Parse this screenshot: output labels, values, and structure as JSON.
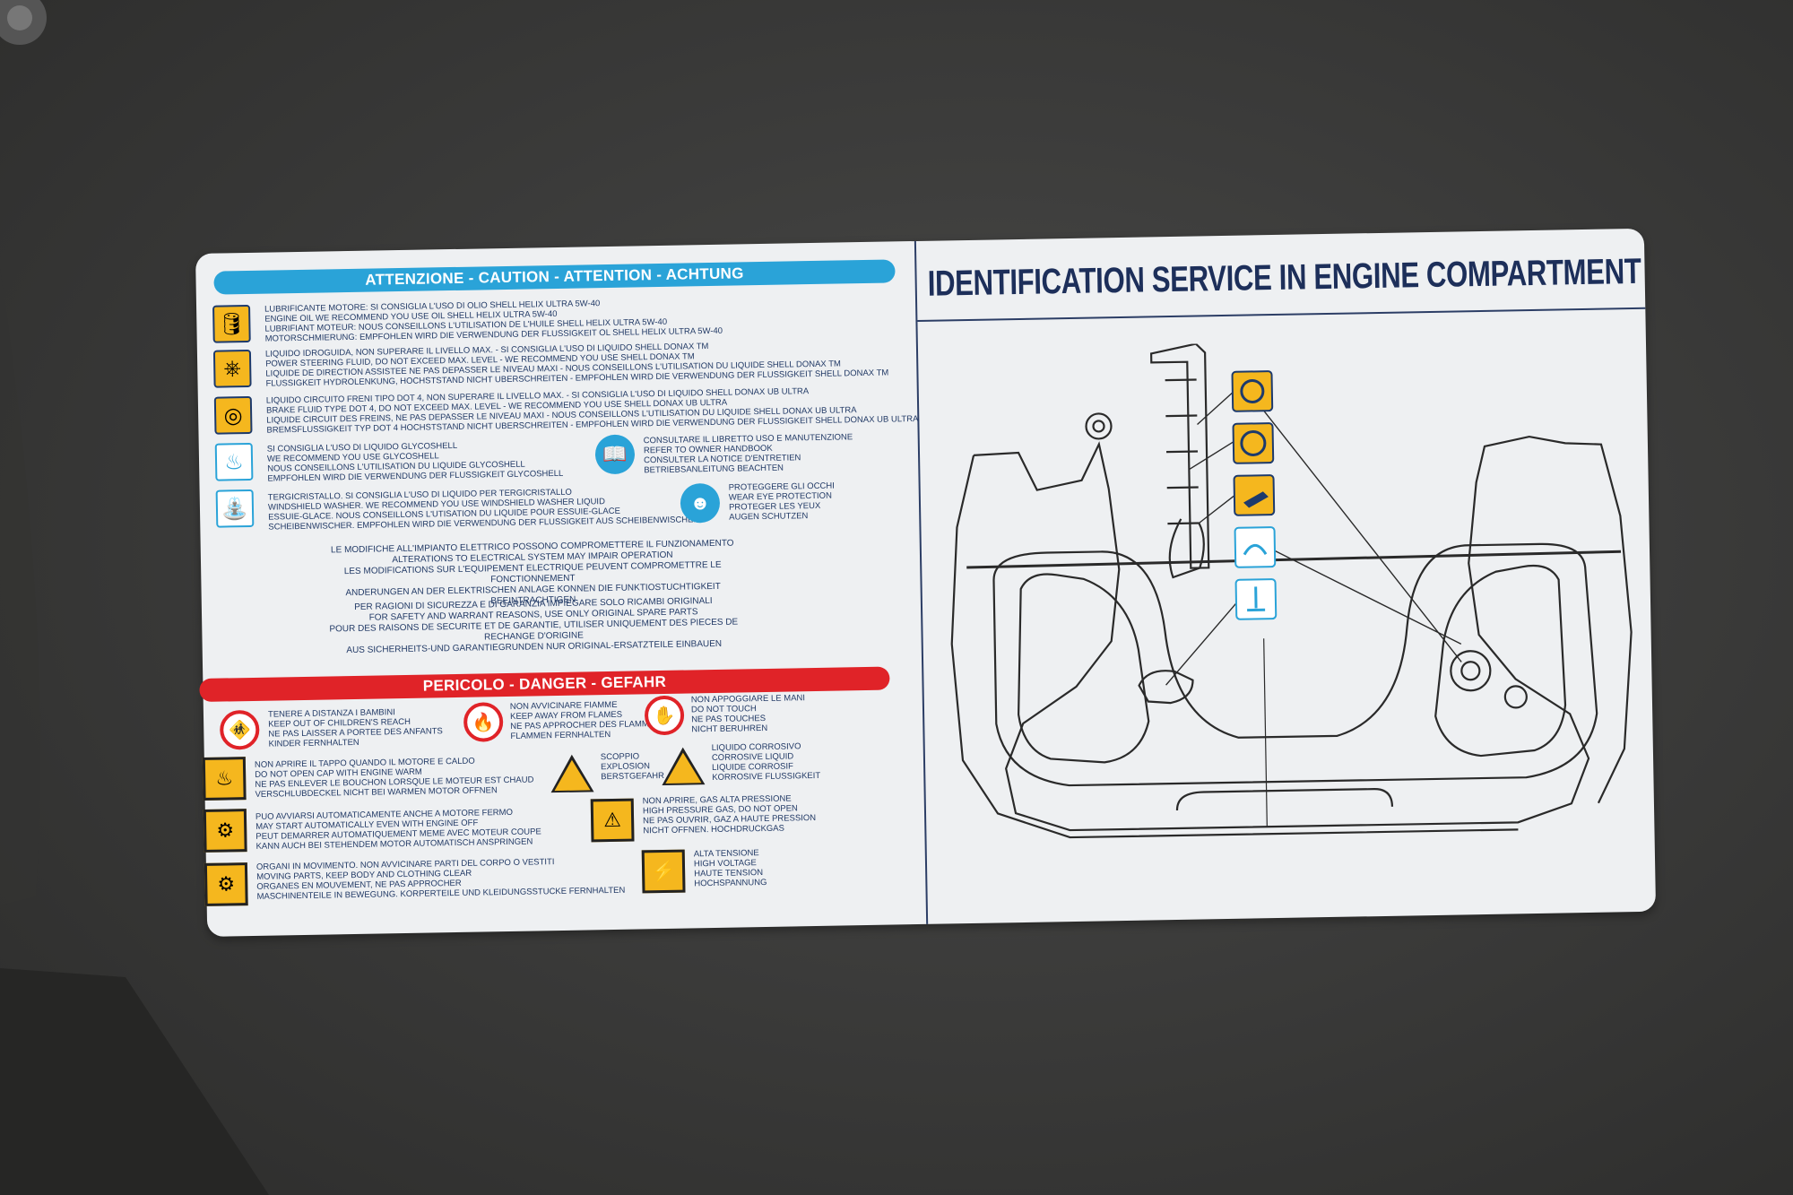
{
  "caution": {
    "banner": "ATTENZIONE - CAUTION - ATTENTION - ACHTUNG",
    "oil": [
      "LUBRIFICANTE MOTORE: SI CONSIGLIA L'USO DI OLIO SHELL HELIX ULTRA 5W-40",
      "ENGINE OIL WE RECOMMEND YOU USE OIL SHELL HELIX ULTRA 5W-40",
      "LUBRIFIANT MOTEUR: NOUS CONSEILLONS L'UTILISATION DE L'HUILE SHELL HELIX ULTRA 5W-40",
      "MOTORSCHMIERUNG: EMPFOHLEN WIRD DIE VERWENDUNG DER FLUSSIGKEIT OL SHELL HELIX ULTRA 5W-40"
    ],
    "steering": [
      "LIQUIDO IDROGUIDA, NON SUPERARE IL LIVELLO MAX. - SI CONSIGLIA L'USO DI LIQUIDO SHELL DONAX TM",
      "POWER STEERING FLUID, DO NOT EXCEED MAX. LEVEL - WE RECOMMEND YOU USE SHELL DONAX TM",
      "LIQUIDE DE DIRECTION ASSISTEE NE PAS DEPASSER LE NIVEAU MAXI - NOUS CONSEILLONS L'UTILISATION DU LIQUIDE SHELL DONAX TM",
      "FLUSSIGKEIT HYDROLENKUNG, HOCHSTSTAND NICHT UBERSCHREITEN - EMPFOHLEN WIRD DIE VERWENDUNG DER FLUSSIGKEIT SHELL DONAX TM"
    ],
    "brake": [
      "LIQUIDO CIRCUITO FRENI TIPO DOT 4, NON SUPERARE IL LIVELLO MAX. - SI CONSIGLIA L'USO DI LIQUIDO SHELL DONAX UB ULTRA",
      "BRAKE FLUID TYPE DOT 4, DO NOT EXCEED MAX. LEVEL - WE RECOMMEND YOU USE SHELL DONAX UB ULTRA",
      "LIQUIDE CIRCUIT DES FREINS, NE PAS DEPASSER LE NIVEAU MAXI - NOUS CONSEILLONS L'UTILISATION DU LIQUIDE SHELL DONAX UB ULTRA",
      "BREMSFLUSSIGKEIT TYP DOT 4 HOCHSTSTAND NICHT UBERSCHREITEN - EMPFOHLEN WIRD DIE VERWENDUNG DER FLUSSIGKEIT SHELL DONAX UB ULTRA"
    ],
    "coolant": [
      "SI CONSIGLIA L'USO DI LIQUIDO GLYCOSHELL",
      "WE RECOMMEND YOU USE GLYCOSHELL",
      "NOUS CONSEILLONS L'UTILISATION DU LIQUIDE GLYCOSHELL",
      "EMPFOHLEN WIRD DIE VERWENDUNG DER FLUSSIGKEIT GLYCOSHELL"
    ],
    "handbook": [
      "CONSULTARE IL LIBRETTO USO E MANUTENZIONE",
      "REFER TO OWNER HANDBOOK",
      "CONSULTER LA NOTICE D'ENTRETIEN",
      "BETRIEBSANLEITUNG BEACHTEN"
    ],
    "washer": [
      "TERGICRISTALLO. SI CONSIGLIA L'USO DI LIQUIDO PER TERGICRISTALLO",
      "WINDSHIELD WASHER. WE RECOMMEND YOU USE WINDSHIELD WASHER LIQUID",
      "ESSUIE-GLACE. NOUS CONSEILLONS L'UTISATION DU LIQUIDE POUR ESSUIE-GLACE",
      "SCHEIBENWISCHER. EMPFOHLEN WIRD DIE VERWENDUNG DER FLUSSIGKEIT AUS SCHEIBENWISCHER"
    ],
    "eyes": [
      "PROTEGGERE GLI OCCHI",
      "WEAR EYE PROTECTION",
      "PROTEGER LES YEUX",
      "AUGEN SCHUTZEN"
    ],
    "electrical": [
      "LE MODIFICHE ALL'IMPIANTO ELETTRICO POSSONO COMPROMETTERE IL FUNZIONAMENTO",
      "ALTERATIONS TO ELECTRICAL SYSTEM MAY IMPAIR OPERATION",
      "LES MODIFICATIONS SUR L'EQUIPEMENT ELECTRIQUE PEUVENT COMPROMETTRE LE FONCTIONNEMENT",
      "ANDERUNGEN AN DER ELEKTRISCHEN ANLAGE KONNEN DIE FUNKTIOSTUCHTIGKEIT BEEINTRACHTIGEN"
    ],
    "parts": [
      "PER RAGIONI DI SICUREZZA E DI GARANZIA IMPIEGARE SOLO RICAMBI ORIGINALI",
      "FOR SAFETY AND WARRANT REASONS, USE ONLY ORIGINAL SPARE PARTS",
      "POUR DES RAISONS DE SECURITE ET DE GARANTIE, UTILISER UNIQUEMENT DES PIECES DE RECHANGE D'ORIGINE",
      "AUS SICHERHEITS-UND GARANTIEGRUNDEN NUR ORIGINAL-ERSATZTEILE EINBAUEN"
    ]
  },
  "danger": {
    "banner": "PERICOLO - DANGER - GEFAHR",
    "children": [
      "TENERE A DISTANZA I BAMBINI",
      "KEEP OUT OF CHILDREN'S REACH",
      "NE PAS LAISSER A PORTEE DES ANFANTS",
      "KINDER FERNHALTEN"
    ],
    "flames": [
      "NON AVVICINARE FIAMME",
      "KEEP AWAY FROM FLAMES",
      "NE PAS APPROCHER DES FLAMMES",
      "FLAMMEN FERNHALTEN"
    ],
    "touch": [
      "NON APPOGGIARE LE MANI",
      "DO NOT TOUCH",
      "NE PAS TOUCHES",
      "NICHT BERUHREN"
    ],
    "cap": [
      "NON APRIRE IL TAPPO QUANDO IL MOTORE E CALDO",
      "DO NOT OPEN CAP WITH ENGINE WARM",
      "NE PAS ENLEVER LE BOUCHON LORSQUE LE MOTEUR EST CHAUD",
      "VERSCHLUBDECKEL NICHT BEI WARMEN MOTOR OFFNEN"
    ],
    "explosion": [
      "SCOPPIO",
      "EXPLOSION",
      "BERSTGEFAHR"
    ],
    "corrosive": [
      "LIQUIDO CORROSIVO",
      "CORROSIVE LIQUID",
      "LIQUIDE CORROSIF",
      "KORROSIVE FLUSSIGKEIT"
    ],
    "autostart": [
      "PUO AVVIARSI AUTOMATICAMENTE ANCHE A MOTORE FERMO",
      "MAY START AUTOMATICALLY EVEN WITH ENGINE OFF",
      "PEUT DEMARRER AUTOMATIQUEMENT MEME AVEC MOTEUR COUPE",
      "KANN AUCH BEI STEHENDEM MOTOR AUTOMATISCH ANSPRINGEN"
    ],
    "pressure": [
      "NON APRIRE, GAS ALTA PRESSIONE",
      "HIGH PRESSURE GAS, DO NOT OPEN",
      "NE PAS OUVRIR, GAZ A HAUTE PRESSION",
      "NICHT OFFNEN. HOCHDRUCKGAS"
    ],
    "moving": [
      "ORGANI IN MOVIMENTO. NON AVVICINARE PARTI DEL CORPO O VESTITI",
      "MOVING PARTS, KEEP BODY AND CLOTHING CLEAR",
      "ORGANES EN MOUVEMENT, NE PAS APPROCHER",
      "MASCHINENTEILE IN BEWEGUNG. KORPERTEILE UND KLEIDUNGSSTUCKE FERNHALTEN"
    ],
    "voltage": [
      "ALTA TENSIONE",
      "HIGH VOLTAGE",
      "HAUTE TENSION",
      "HOCHSPANNUNG"
    ]
  },
  "diagram": {
    "title": "IDENTIFICATION SERVICE IN ENGINE COMPARTMENT"
  },
  "icons": {
    "oil": "oil-can-icon",
    "steering": "steering-wheel-icon",
    "brake": "brake-fluid-icon",
    "coolant": "coolant-icon",
    "washer": "windshield-washer-icon",
    "handbook": "handbook-icon",
    "eyes": "eye-protection-icon",
    "children": "keep-away-children-icon",
    "flames": "no-flames-icon",
    "touch": "do-not-touch-icon",
    "explosion": "explosion-icon",
    "corrosive": "corrosive-icon",
    "voltage": "high-voltage-icon"
  },
  "colors": {
    "caution": "#2aa3d8",
    "danger": "#e02328",
    "warning": "#f5b71e",
    "ink": "#1d2f5a"
  }
}
